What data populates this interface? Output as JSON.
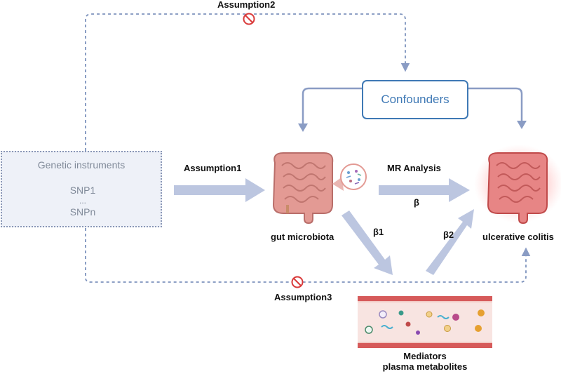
{
  "assumption2": "Assumption2",
  "assumption1": "Assumption1",
  "assumption3": "Assumption3",
  "confounders": "Confounders",
  "genetic": {
    "title": "Genetic instruments",
    "snp1": "SNP1",
    "dots": "...",
    "snpn": "SNPn"
  },
  "mr_analysis": "MR Analysis",
  "beta": "β",
  "beta1": "β1",
  "beta2": "β2",
  "exposure": "gut microbiota",
  "outcome": "ulcerative colitis",
  "mediators": "Mediators",
  "plasma": "plasma metabolites",
  "colors": {
    "arrow": "#bcc6e0",
    "dashed": "#7e93bd",
    "confounder_border": "#3f79b5",
    "no_sign": "#d93a3a",
    "intestine": "#e39a94",
    "inflamed": "#e05050"
  }
}
